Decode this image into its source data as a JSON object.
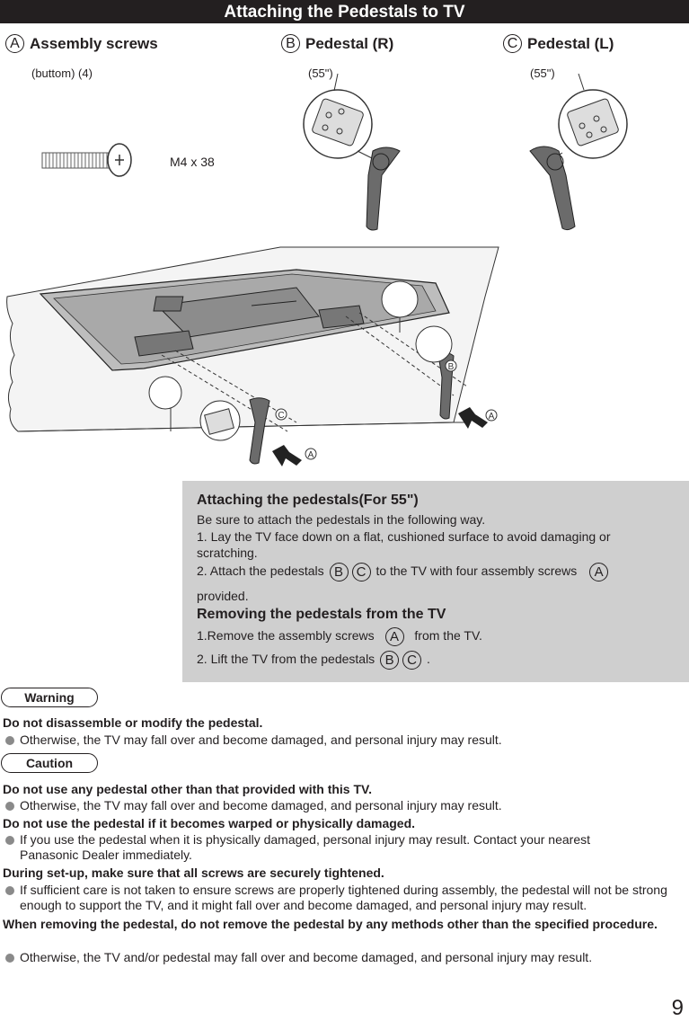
{
  "header": {
    "title": "Attaching the Pedestals to TV"
  },
  "parts": [
    {
      "letter": "A",
      "name": "Assembly screws",
      "sub": "(buttom) (4)"
    },
    {
      "letter": "B",
      "name": "Pedestal (R)",
      "sub": "(55\")"
    },
    {
      "letter": "C",
      "name": "Pedestal (L)",
      "sub": "(55\")"
    }
  ],
  "screw_spec": "M4 x 38",
  "diagram_labels": {
    "b": "B",
    "c": "C",
    "a1": "A",
    "a2": "A"
  },
  "instructions": {
    "attach_title": "Attaching the pedestals(For 55\")",
    "attach_intro": "Be sure to attach the pedestals in the following way.",
    "step1_line1": "1. Lay the TV face down on a  flat, cushioned surface to avoid damaging or",
    "step1_line2": "scratching.",
    "step2_a": "2. Attach the pedestals",
    "step2_b": "to the TV with four assembly screws",
    "step2_c": "provided.",
    "remove_title": "Removing the pedestals from the TV",
    "remove1_a": "1.Remove the assembly screws",
    "remove1_b": "from the TV.",
    "remove2_a": "2. Lift the TV from the pedestals",
    "remove2_b": "."
  },
  "warning": {
    "label": "Warning",
    "heading": "Do not disassemble or modify the pedestal.",
    "bullet": "Otherwise, the TV may fall over and become damaged, and personal injury may result."
  },
  "caution": {
    "label": "Caution",
    "h1": "Do not use any pedestal other than that provided with this TV.",
    "b1": "Otherwise, the TV may fall over and become damaged, and personal injury may result.",
    "h2": "Do not use the pedestal if it becomes warped or physically damaged.",
    "b2": "If you use the pedestal when it is physically damaged, personal injury may result. Contact your nearest Panasonic Dealer immediately.",
    "h3": "During set-up, make sure that all screws are securely tightened.",
    "b3": "If sufficient care is not taken to ensure screws are properly tightened during assembly, the pedestal will not be strong enough to support the TV, and it might fall over and become damaged, and personal injury may result.",
    "h4": "When removing the pedestal, do not remove the pedestal by any methods other than the specified procedure.",
    "b4": "Otherwise, the TV and/or pedestal may fall over and become damaged, and personal injury may result."
  },
  "page_number": "9"
}
